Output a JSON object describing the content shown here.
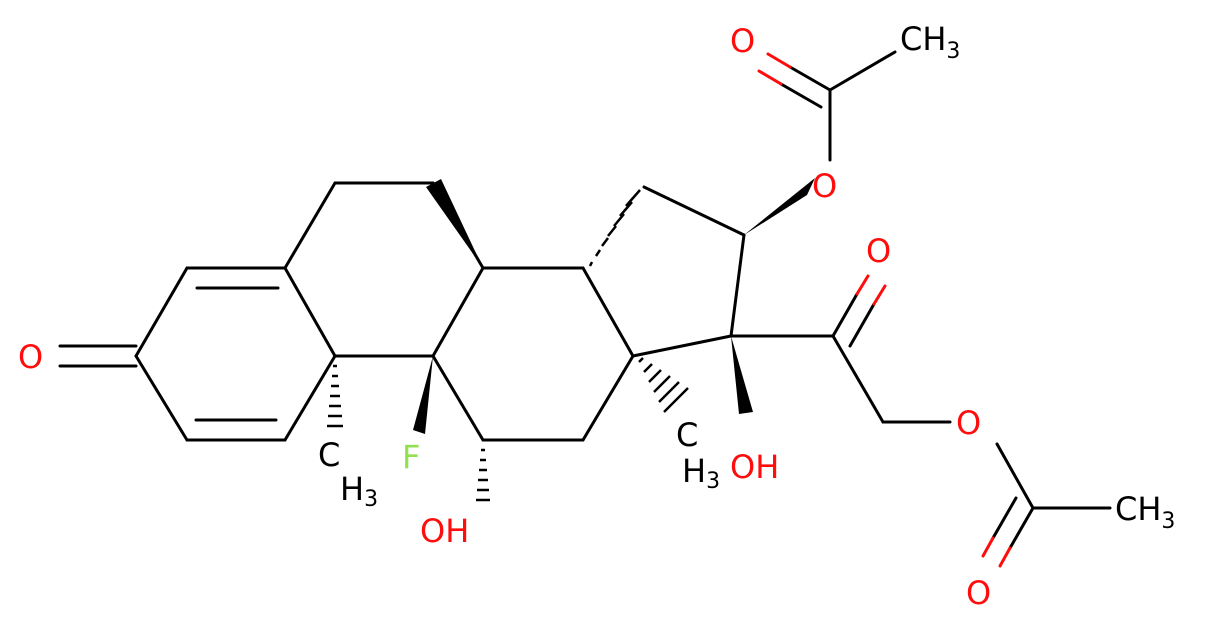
{
  "molecule": {
    "colors": {
      "bond": "#000000",
      "oxygen": "#ff0d0d",
      "fluorine": "#90e050"
    },
    "labels": {
      "ketone_o": "O",
      "ester1_carbonyl_o": "O",
      "ester1_ch3": "CH",
      "ester1_ch3_sub": "3",
      "ester1_o": "O",
      "side_ketone_o": "O",
      "ester2_o": "O",
      "ester2_ch3": "CH",
      "ester2_ch3_sub": "3",
      "ester2_carbonyl_o": "O",
      "oh17": "OH",
      "fluorine": "F",
      "oh11": "OH",
      "ch3_c10": "CH",
      "ch3_c10_sub": "3",
      "ch3_c13": "CH",
      "ch3_c13_sub": "3"
    }
  }
}
